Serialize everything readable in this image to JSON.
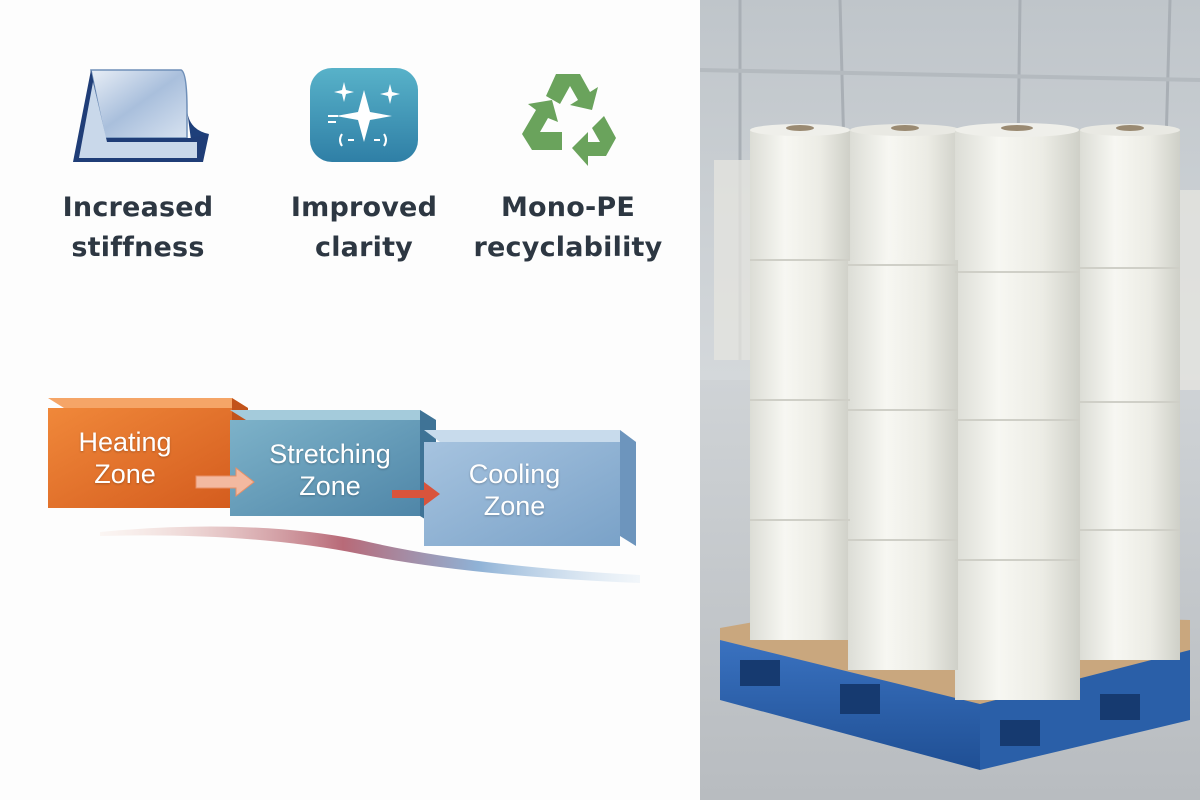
{
  "features": [
    {
      "label": "Increased\nstiffness",
      "icon": "film-sheet-icon"
    },
    {
      "label": "Improved\nclarity",
      "icon": "sparkle-clarity-icon"
    },
    {
      "label": "Mono-PE\nrecyclability",
      "icon": "recycle-icon"
    }
  ],
  "process": {
    "zones": [
      {
        "label": "Heating\nZone",
        "color": "#e06a26"
      },
      {
        "label": "Stretching\nZone",
        "color": "#6a9fba"
      },
      {
        "label": "Cooling\nZone",
        "color": "#8fb2d0"
      }
    ]
  },
  "colors": {
    "text": "#2d3742",
    "recycle_green": "#6aa35c",
    "clarity_teal": "#3f97b2",
    "pallet_blue": "#2a5fa8"
  }
}
